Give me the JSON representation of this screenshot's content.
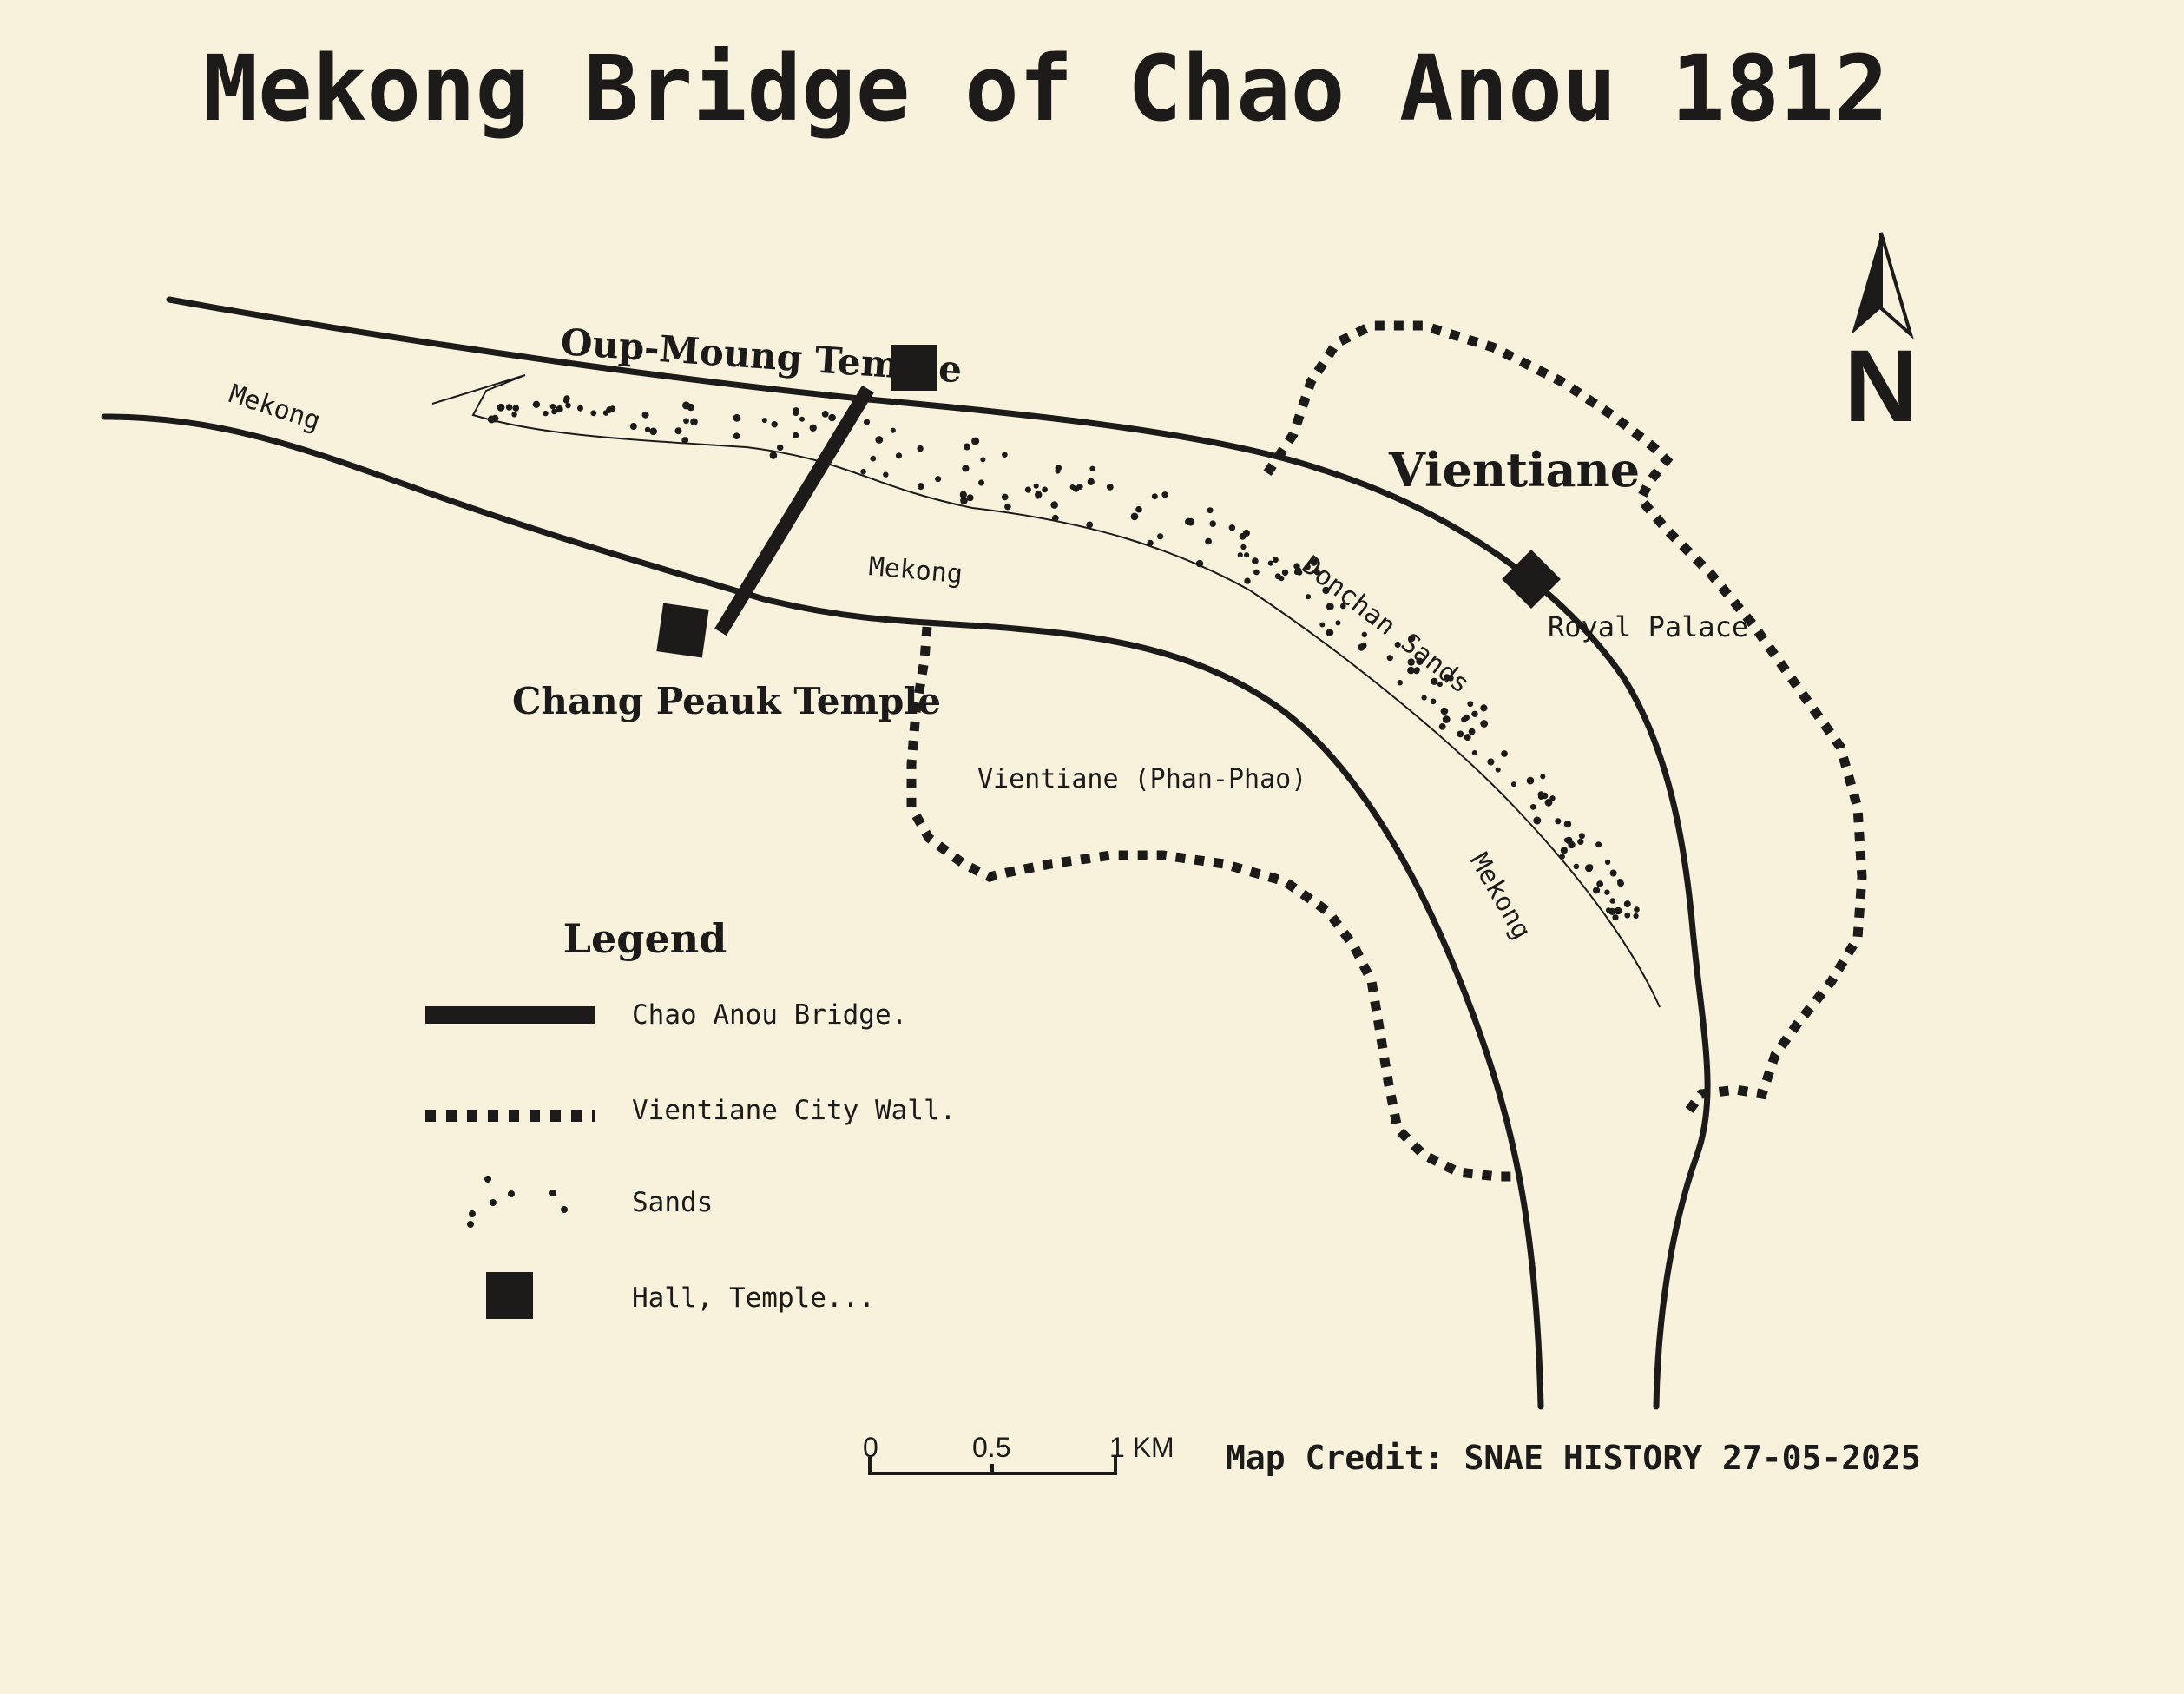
{
  "title": "Mekong Bridge of Chao Anou 1812",
  "north_arrow": {
    "label": "N"
  },
  "labels": {
    "mekong_west": "Mekong",
    "mekong_center": "Mekong",
    "mekong_south": "Mekong",
    "oup_moung_temple": "Oup-Moung Temple",
    "chang_peauk_temple": "Chang Peauk Temple",
    "vientiane": "Vientiane",
    "royal_palace": "Royal Palace",
    "donchan_sands": "Donchan Sands",
    "vientiane_phan_phao": "Vientiane (Phan-Phao)"
  },
  "legend": {
    "title": "Legend",
    "items": [
      {
        "symbol": "thick-line",
        "label": "Chao Anou Bridge."
      },
      {
        "symbol": "dotted-line",
        "label": "Vientiane City Wall."
      },
      {
        "symbol": "dots",
        "label": "Sands"
      },
      {
        "symbol": "square",
        "label": "Hall, Temple..."
      }
    ]
  },
  "scale_bar": {
    "ticks": [
      "0",
      "0.5",
      "1 KM"
    ]
  },
  "credit": "Map Credit: SNAE HISTORY 27-05-2025",
  "colors": {
    "background": "#f8f2dc",
    "ink": "#1d1b1a"
  }
}
